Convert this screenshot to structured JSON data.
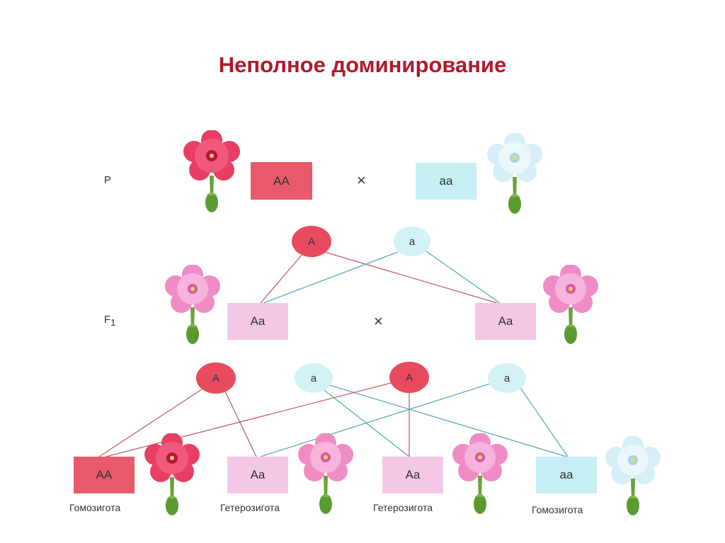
{
  "title": "Неполное доминирование",
  "parents_label": "P",
  "f1_label": "F",
  "f1_sub": "1",
  "cross_symbol": "×",
  "genotypes": {
    "p_dominant": "AA",
    "p_recessive": "aa",
    "f1_left": "Aa",
    "f1_right": "Aa",
    "f2_1": "AA",
    "f2_2": "Aa",
    "f2_3": "Aa",
    "f2_4": "aa"
  },
  "gametes": {
    "p_dominant": "A",
    "p_recessive": "a",
    "f1_1": "A",
    "f1_2": "a",
    "f1_3": "A",
    "f1_4": "a"
  },
  "captions": {
    "homozygote": "Гомозигота",
    "heterozygote": "Гетерозигота"
  },
  "colors": {
    "title": "#b0192c",
    "dominant_red": "#e8596b",
    "intermediate_pink": "#f5c7e6",
    "recessive_white": "#c6eff3",
    "line_red": "#c0606a",
    "line_blue": "#5aaab8"
  },
  "flower_icons": [
    "red-flower-icon",
    "pink-flower-icon",
    "white-flower-icon"
  ]
}
